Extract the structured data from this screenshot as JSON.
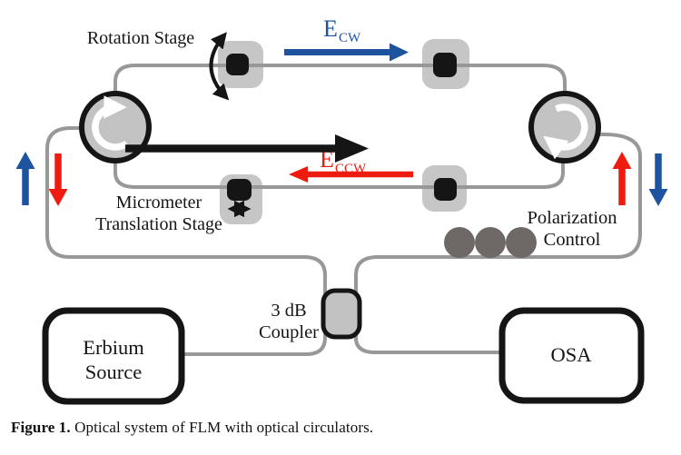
{
  "figure": {
    "caption": {
      "label": "Figure 1.",
      "text": " Optical system of FLM with optical circulators."
    }
  },
  "diagram": {
    "rotation_stage_label": "Rotation Stage",
    "e_cw": {
      "main": "E",
      "sub": "CW"
    },
    "e_ccw": {
      "main": "E",
      "sub": "CCW"
    },
    "micrometer_label_line1": "Micrometer",
    "micrometer_label_line2": "Translation Stage",
    "polarization_label_line1": "Polarization",
    "polarization_label_line2": "Control",
    "coupler_label_line1": "3 dB",
    "coupler_label_line2": "Coupler",
    "erbium_source_line1": "Erbium",
    "erbium_source_line2": "Source",
    "osa_label": "OSA"
  },
  "colors": {
    "cw_blue": "#1e53a0",
    "ccw_red": "#ee1b10",
    "fiber_gray": "#989898",
    "stage_gray": "#c6c6c6",
    "circulator_gray": "#c3c3c3",
    "coupler_gray": "#c2c2c2",
    "paddle_gray": "#6e6966",
    "ink_black": "#151515"
  }
}
